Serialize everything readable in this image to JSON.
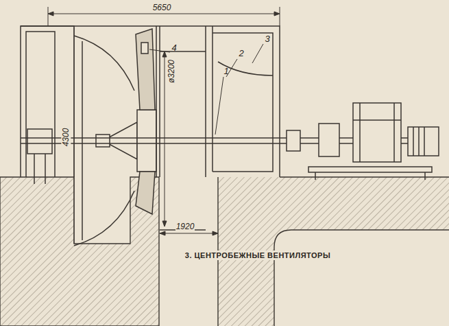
{
  "diagram": {
    "labels": [
      "5650",
      "4300",
      "ø3200",
      "1920",
      "3",
      "2",
      "1",
      "4",
      "3. ЦЕНТРОБЕЖНЫЕ ВЕНТИЛЯТОРЫ"
    ]
  }
}
